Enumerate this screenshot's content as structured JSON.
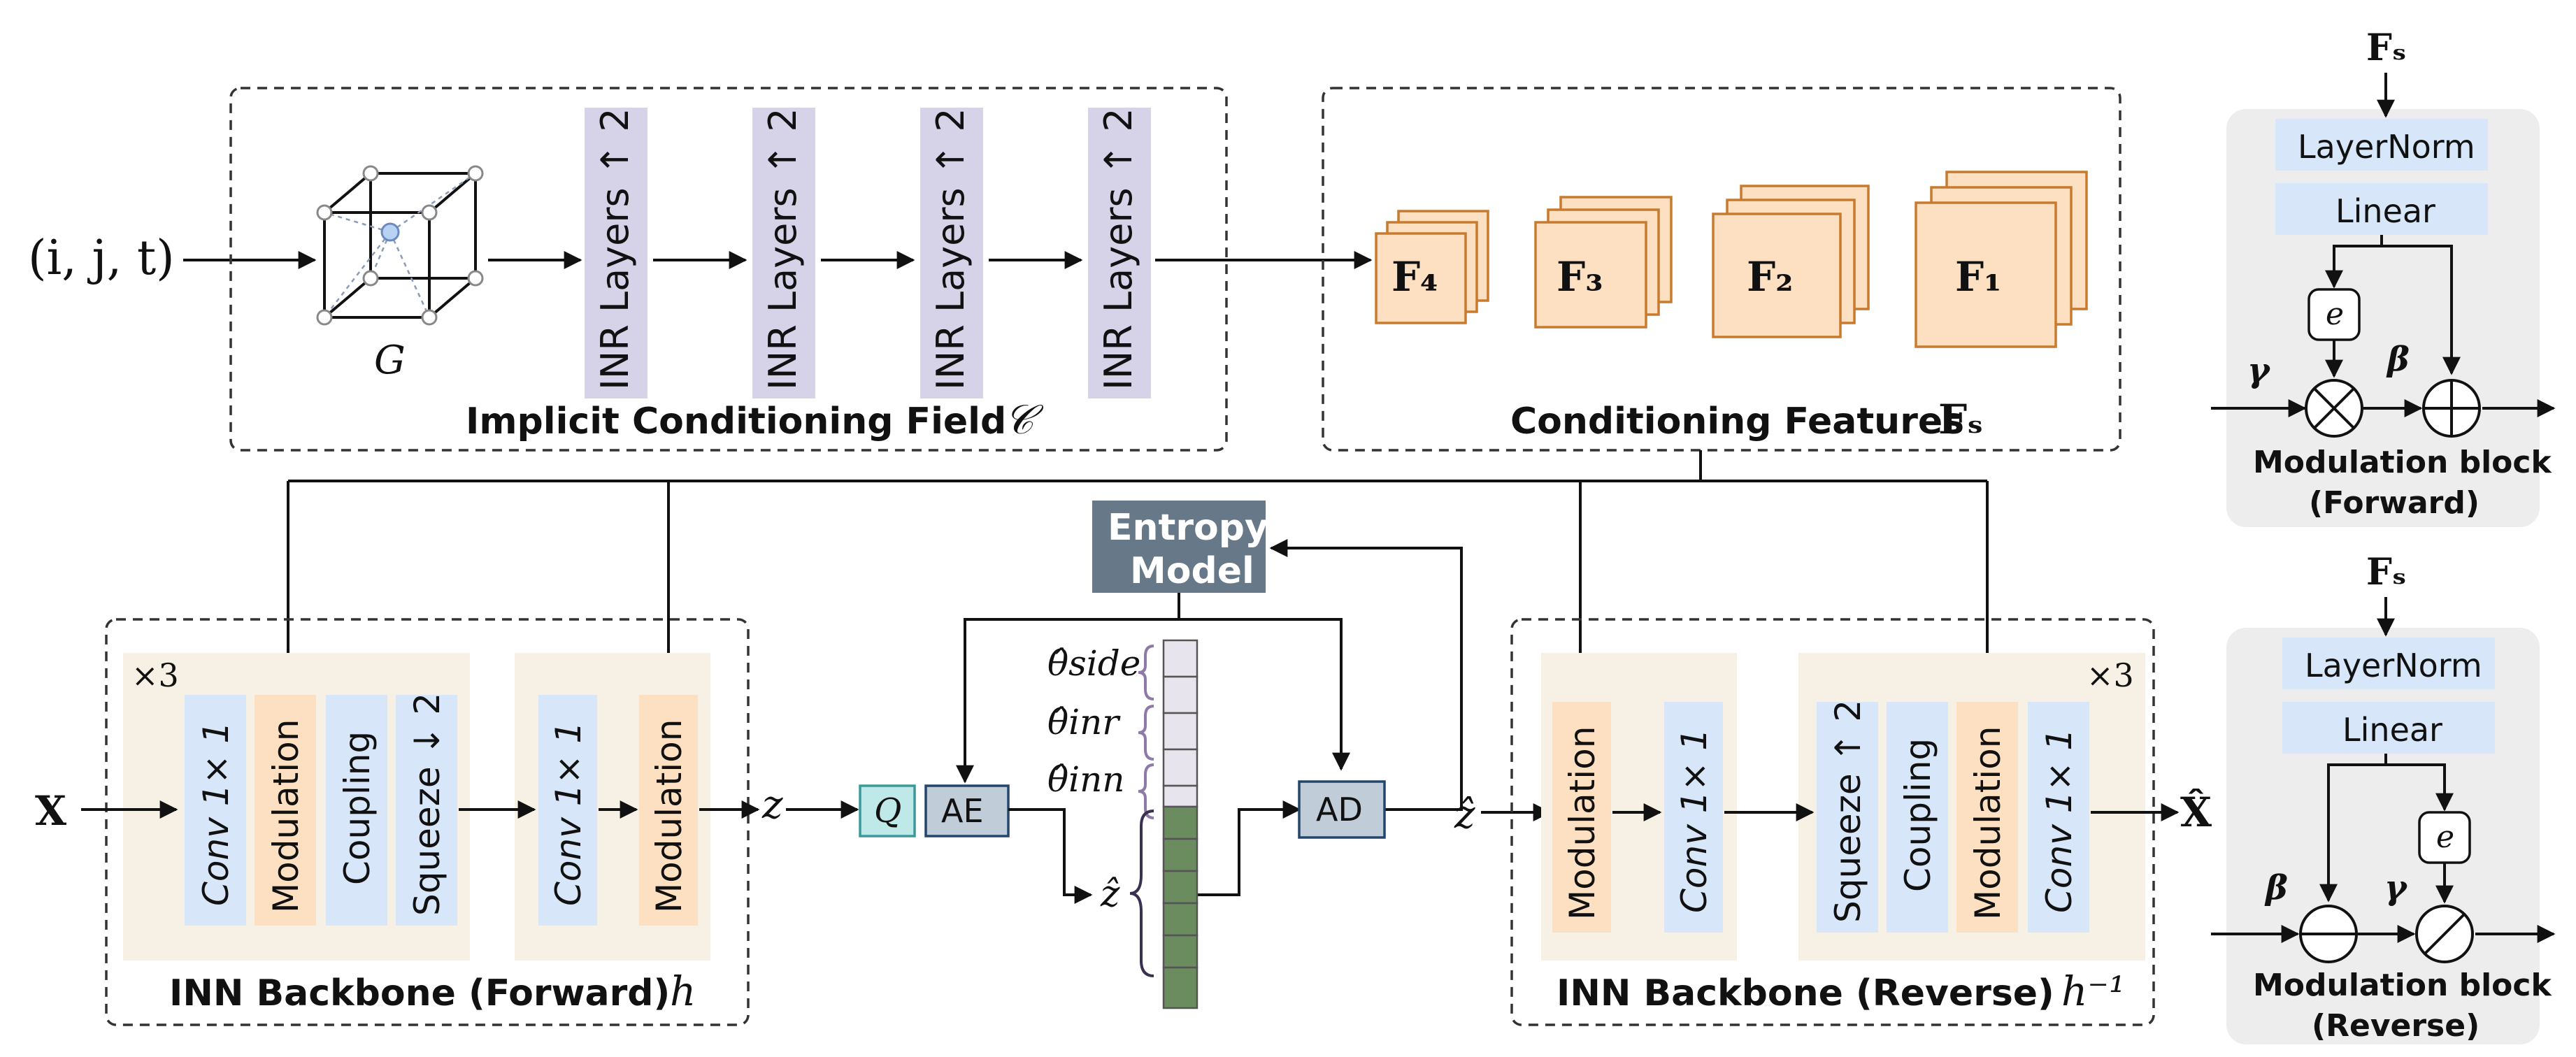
{
  "input": {
    "coords": "(i, j, t)",
    "x": "X"
  },
  "grid": {
    "label": "G"
  },
  "inr": {
    "layer_label": "INR Layers ↑ 2",
    "caption": "Implicit Conditioning Field",
    "caption_symbol": "𝒞"
  },
  "features": {
    "items": [
      "F₄",
      "F₃",
      "F₂",
      "F₁"
    ],
    "caption": "Conditioning Features",
    "caption_symbol": "Fₛ"
  },
  "forward": {
    "repeat": "×3",
    "blocks": [
      "Conv 1× 1",
      "Modulation",
      "Coupling",
      "Squeeze ↓ 2"
    ],
    "tail": [
      "Conv 1× 1",
      "Modulation"
    ],
    "caption": "INN Backbone (Forward)",
    "caption_symbol": "h",
    "output": "z"
  },
  "codec": {
    "q": "Q",
    "ae": "AE",
    "ad": "AD",
    "entropy_line1": "Entropy",
    "entropy_line2": "Model",
    "theta_side": "θ̂side",
    "theta_inr": "θ̂inr",
    "theta_inn": "θ̂inn",
    "zhat": "ẑ",
    "zhat_out": "ẑ"
  },
  "reverse": {
    "repeat": "×3",
    "head": [
      "Modulation",
      "Conv 1× 1"
    ],
    "blocks": [
      "Squeeze ↑ 2",
      "Coupling",
      "Modulation",
      "Conv 1× 1"
    ],
    "caption": "INN Backbone (Reverse)",
    "caption_symbol": "h⁻¹",
    "output": "X̂"
  },
  "mod_forward": {
    "input": "Fₛ",
    "layernorm": "LayerNorm",
    "linear": "Linear",
    "e": "e",
    "gamma": "γ",
    "beta": "β",
    "caption_line1": "Modulation block",
    "caption_line2": "(Forward)"
  },
  "mod_reverse": {
    "input": "Fₛ",
    "layernorm": "LayerNorm",
    "linear": "Linear",
    "e": "e",
    "gamma": "γ",
    "beta": "β",
    "caption_line1": "Modulation block",
    "caption_line2": "(Reverse)"
  },
  "colors": {
    "inr_layer": "#d6d3e8",
    "feature": "#fde0c2",
    "feature_stroke": "#c87a2e",
    "backbone_bg": "#f6f1e4",
    "conv": "#d7e6f8",
    "modulation": "#fde0c2",
    "entropy_box": "#677888",
    "ae_ad": "#c0ccd8",
    "q": "#bfe8e8",
    "latent_green": "#6a8c5e",
    "latent_lavender": "#e8e4ee",
    "mod_panel": "#ededed",
    "mod_box": "#d7e6f8"
  }
}
